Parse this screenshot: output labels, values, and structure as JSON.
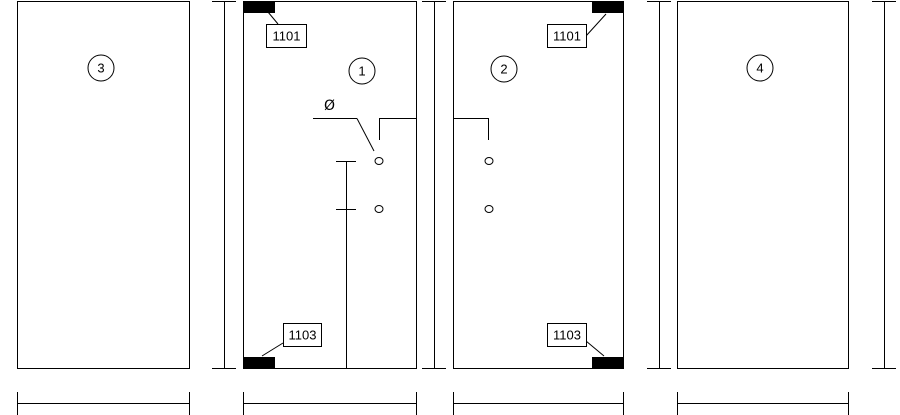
{
  "panels": {
    "left_outer": {
      "number": "3"
    },
    "left_inner": {
      "number": "1",
      "label_top": "1101",
      "label_bottom": "1103"
    },
    "right_inner": {
      "number": "2",
      "label_top": "1101",
      "label_bottom": "1103"
    },
    "right_outer": {
      "number": "4"
    }
  },
  "diameter_symbol": "Ø",
  "colors": {
    "line": "#000000",
    "background": "#ffffff",
    "hinge_block": "#000000"
  }
}
